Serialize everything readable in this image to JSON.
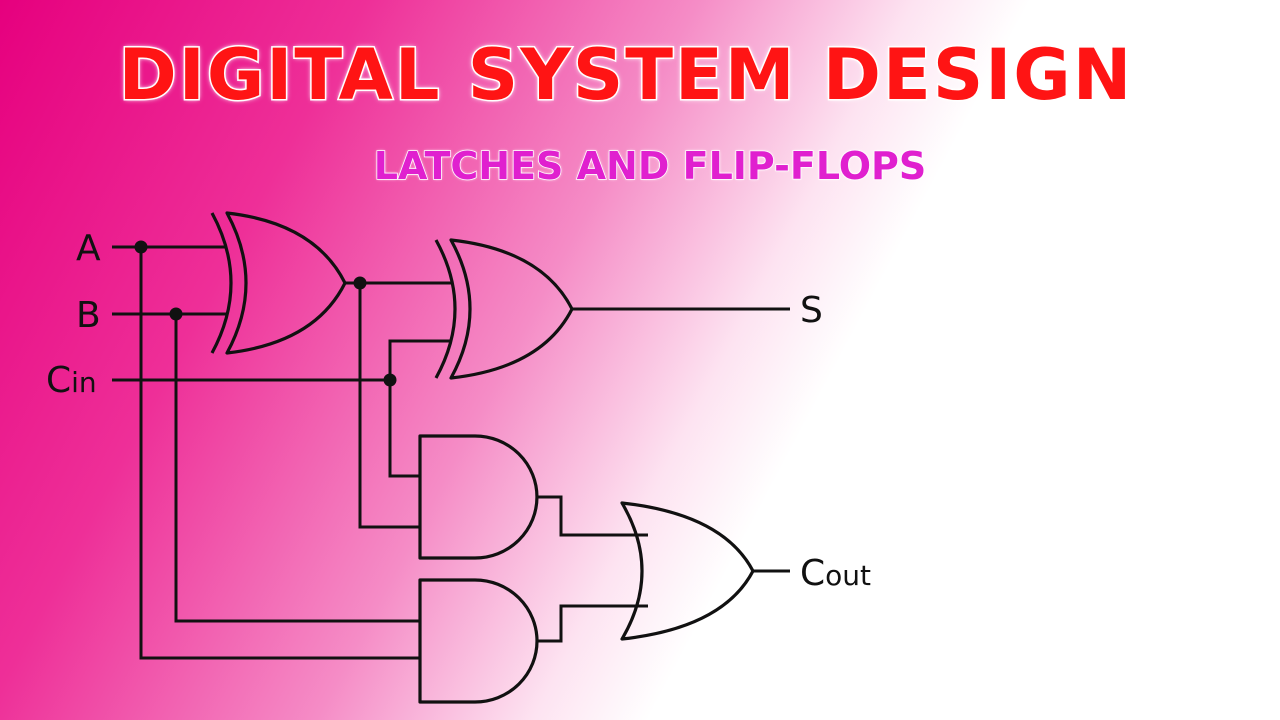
{
  "title": "DIGITAL SYSTEM DESIGN",
  "subtitle": "LATCHES AND FLIP-FLOPS",
  "diagram": {
    "inputs": {
      "a": "A",
      "b": "B",
      "cin_main": "C",
      "cin_sub": "in"
    },
    "outputs": {
      "s": "S",
      "cout_main": "C",
      "cout_sub": "out"
    }
  },
  "colors": {
    "title": "#ff1414",
    "subtitle": "#e020cf",
    "background_left": "#e6007e",
    "background_right": "#ffffff",
    "lines": "#111111"
  }
}
